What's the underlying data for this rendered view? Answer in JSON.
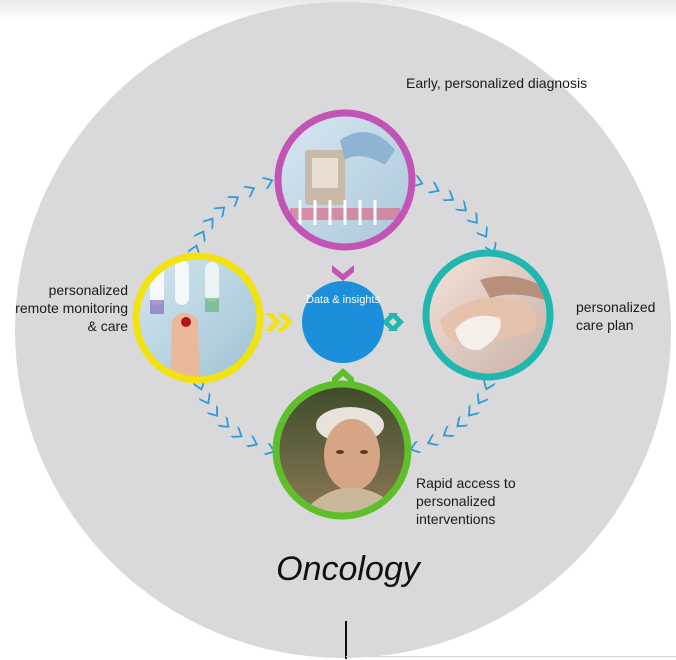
{
  "diagram": {
    "title": "Oncology",
    "center": {
      "label": "Data & insights"
    },
    "nodes": {
      "top": {
        "label": "Early, personalized diagnosis",
        "color": "#c254b5",
        "image": "lab-pipette-photo"
      },
      "right": {
        "label": "personalized care plan",
        "color": "#1fb7b0",
        "image": "hands-caring-photo"
      },
      "bottom": {
        "label": "Rapid access to personalized interventions",
        "color": "#5fbf2a",
        "image": "patient-portrait-photo"
      },
      "left": {
        "label": "personalized remote monitoring & care",
        "color": "#f2e210",
        "image": "finger-prick-photo"
      }
    },
    "colors": {
      "background_disc": "#d9d9db",
      "center_disc": "#1c8fdc",
      "flow_arrows": "#2e9ad6"
    }
  }
}
